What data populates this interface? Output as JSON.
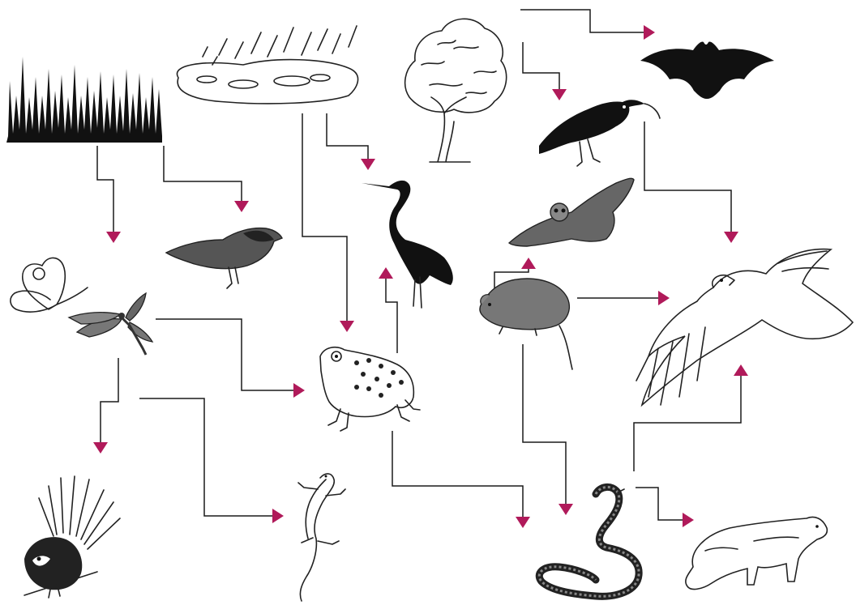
{
  "diagram": {
    "type": "food-web",
    "arrow_color": "#b01a5a",
    "organisms": [
      {
        "id": "grass",
        "icon": "grass-icon"
      },
      {
        "id": "rain-pond",
        "icon": "rain-pond-icon"
      },
      {
        "id": "tree",
        "icon": "tree-icon"
      },
      {
        "id": "bat",
        "icon": "bat-icon"
      },
      {
        "id": "sunbird",
        "icon": "sunbird-icon"
      },
      {
        "id": "sparrow",
        "icon": "sparrow-icon"
      },
      {
        "id": "heron",
        "icon": "heron-icon"
      },
      {
        "id": "owl",
        "icon": "owl-icon"
      },
      {
        "id": "butterfly",
        "icon": "butterfly-icon"
      },
      {
        "id": "dragonfly",
        "icon": "dragonfly-icon"
      },
      {
        "id": "rat",
        "icon": "rat-icon"
      },
      {
        "id": "eagle",
        "icon": "eagle-icon"
      },
      {
        "id": "frog",
        "icon": "frog-icon"
      },
      {
        "id": "fantail",
        "icon": "fantail-icon"
      },
      {
        "id": "lizard",
        "icon": "lizard-icon"
      },
      {
        "id": "cobra",
        "icon": "cobra-icon"
      },
      {
        "id": "mongoose",
        "icon": "mongoose-icon"
      }
    ],
    "links": [
      {
        "from": "tree",
        "to": "bat"
      },
      {
        "from": "tree",
        "to": "sunbird"
      },
      {
        "from": "grass",
        "to": "butterfly"
      },
      {
        "from": "grass",
        "to": "sparrow"
      },
      {
        "from": "rain-pond",
        "to": "heron"
      },
      {
        "from": "rain-pond",
        "to": "frog"
      },
      {
        "from": "sunbird",
        "to": "eagle"
      },
      {
        "from": "rat",
        "to": "owl"
      },
      {
        "from": "rat",
        "to": "eagle"
      },
      {
        "from": "rat",
        "to": "cobra"
      },
      {
        "from": "frog",
        "to": "heron"
      },
      {
        "from": "dragonfly",
        "to": "frog"
      },
      {
        "from": "dragonfly",
        "to": "fantail"
      },
      {
        "from": "dragonfly",
        "to": "lizard"
      },
      {
        "from": "frog",
        "to": "cobra"
      },
      {
        "from": "cobra",
        "to": "eagle"
      },
      {
        "from": "cobra",
        "to": "mongoose"
      }
    ]
  }
}
